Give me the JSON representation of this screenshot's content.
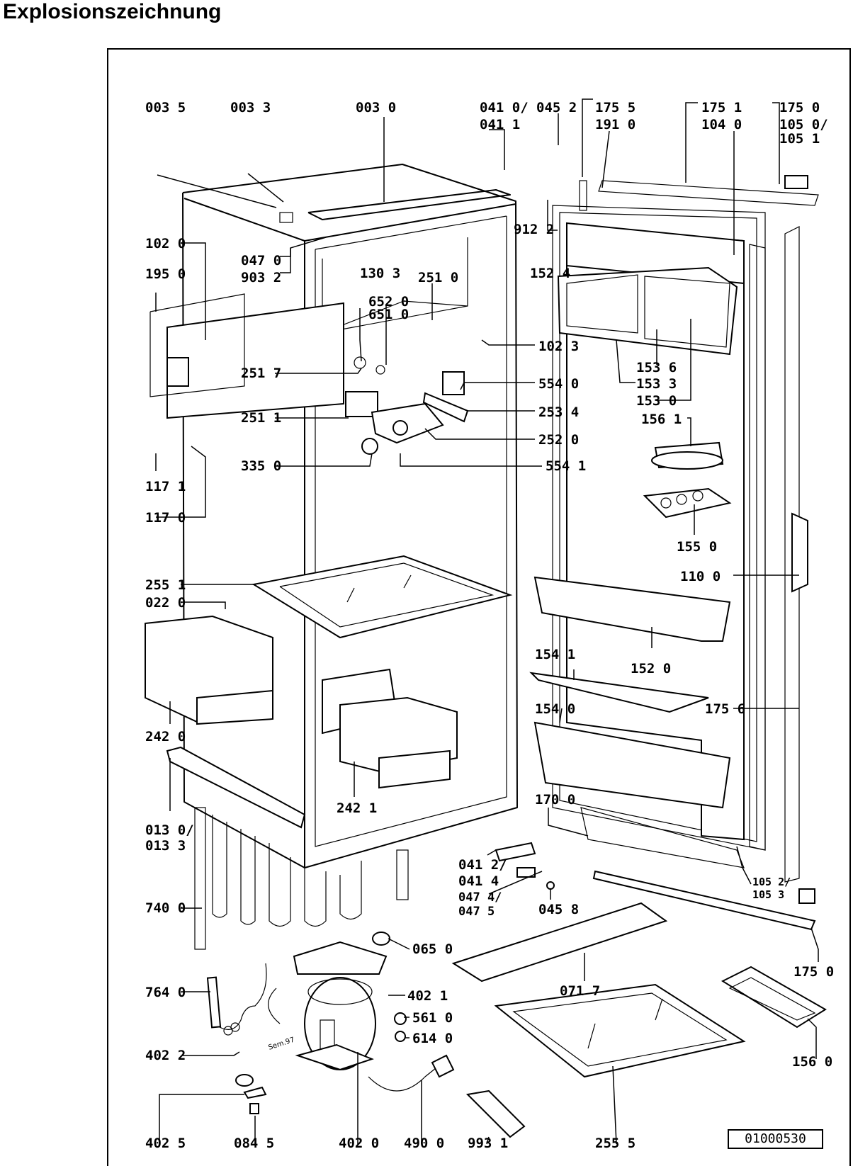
{
  "title": "Explosionszeichnung",
  "drawing_code": "01000530",
  "signature": "Sem.97",
  "labels": [
    {
      "id": "003-5",
      "text": "003 5"
    },
    {
      "id": "003-3",
      "text": "003 3"
    },
    {
      "id": "003-0",
      "text": "003 0"
    },
    {
      "id": "041-0",
      "text": "041 0/"
    },
    {
      "id": "041-1",
      "text": "041 1"
    },
    {
      "id": "045-2",
      "text": "045 2"
    },
    {
      "id": "175-5",
      "text": "175 5"
    },
    {
      "id": "191-0",
      "text": "191 0"
    },
    {
      "id": "175-1",
      "text": "175 1"
    },
    {
      "id": "104-0",
      "text": "104 0"
    },
    {
      "id": "175-0-top",
      "text": "175 0"
    },
    {
      "id": "105-0",
      "text": "105 0/"
    },
    {
      "id": "105-1",
      "text": "105 1"
    },
    {
      "id": "912-2",
      "text": "912 2"
    },
    {
      "id": "102-0",
      "text": "102 0"
    },
    {
      "id": "047-0",
      "text": "047 0"
    },
    {
      "id": "903-2",
      "text": "903 2"
    },
    {
      "id": "130-3",
      "text": "130 3"
    },
    {
      "id": "251-0",
      "text": "251 0"
    },
    {
      "id": "152-4",
      "text": "152 4"
    },
    {
      "id": "195-0",
      "text": "195 0"
    },
    {
      "id": "652-0",
      "text": "652 0"
    },
    {
      "id": "651-0",
      "text": "651 0"
    },
    {
      "id": "102-3",
      "text": "102 3"
    },
    {
      "id": "251-7",
      "text": "251 7"
    },
    {
      "id": "554-0",
      "text": "554 0"
    },
    {
      "id": "153-6",
      "text": "153 6"
    },
    {
      "id": "153-3",
      "text": "153 3"
    },
    {
      "id": "153-0",
      "text": "153 0"
    },
    {
      "id": "251-1",
      "text": "251 1"
    },
    {
      "id": "253-4",
      "text": "253 4"
    },
    {
      "id": "156-1",
      "text": "156 1"
    },
    {
      "id": "252-0",
      "text": "252 0"
    },
    {
      "id": "335-0",
      "text": "335 0"
    },
    {
      "id": "554-1",
      "text": "554 1"
    },
    {
      "id": "117-1",
      "text": "117 1"
    },
    {
      "id": "117-0",
      "text": "117 0"
    },
    {
      "id": "155-0",
      "text": "155 0"
    },
    {
      "id": "255-1",
      "text": "255 1"
    },
    {
      "id": "110-0",
      "text": "110 0"
    },
    {
      "id": "022-0",
      "text": "022 0"
    },
    {
      "id": "152-0",
      "text": "152 0"
    },
    {
      "id": "154-1",
      "text": "154 1"
    },
    {
      "id": "175-6",
      "text": "175 6"
    },
    {
      "id": "154-0",
      "text": "154 0"
    },
    {
      "id": "242-0",
      "text": "242 0"
    },
    {
      "id": "242-1",
      "text": "242 1"
    },
    {
      "id": "170-0",
      "text": "170 0"
    },
    {
      "id": "013-0",
      "text": "013 0/"
    },
    {
      "id": "013-3",
      "text": "013 3"
    },
    {
      "id": "041-2",
      "text": "041 2/"
    },
    {
      "id": "041-4",
      "text": "041 4"
    },
    {
      "id": "105-2",
      "text": "105 2/"
    },
    {
      "id": "105-3",
      "text": "105 3"
    },
    {
      "id": "047-4",
      "text": "047 4/"
    },
    {
      "id": "047-5",
      "text": "047 5"
    },
    {
      "id": "045-8",
      "text": "045 8"
    },
    {
      "id": "740-0",
      "text": "740 0"
    },
    {
      "id": "065-0",
      "text": "065 0"
    },
    {
      "id": "071-7",
      "text": "071 7"
    },
    {
      "id": "175-0-bottom",
      "text": "175 0"
    },
    {
      "id": "402-1",
      "text": "402 1"
    },
    {
      "id": "764-0",
      "text": "764 0"
    },
    {
      "id": "561-0",
      "text": "561 0"
    },
    {
      "id": "614-0",
      "text": "614 0"
    },
    {
      "id": "156-0",
      "text": "156 0"
    },
    {
      "id": "402-2",
      "text": "402 2"
    },
    {
      "id": "402-5",
      "text": "402 5"
    },
    {
      "id": "084-5",
      "text": "084 5"
    },
    {
      "id": "402-0",
      "text": "402 0"
    },
    {
      "id": "490-0",
      "text": "490 0"
    },
    {
      "id": "993-1",
      "text": "993 1"
    },
    {
      "id": "255-5",
      "text": "255 5"
    }
  ]
}
